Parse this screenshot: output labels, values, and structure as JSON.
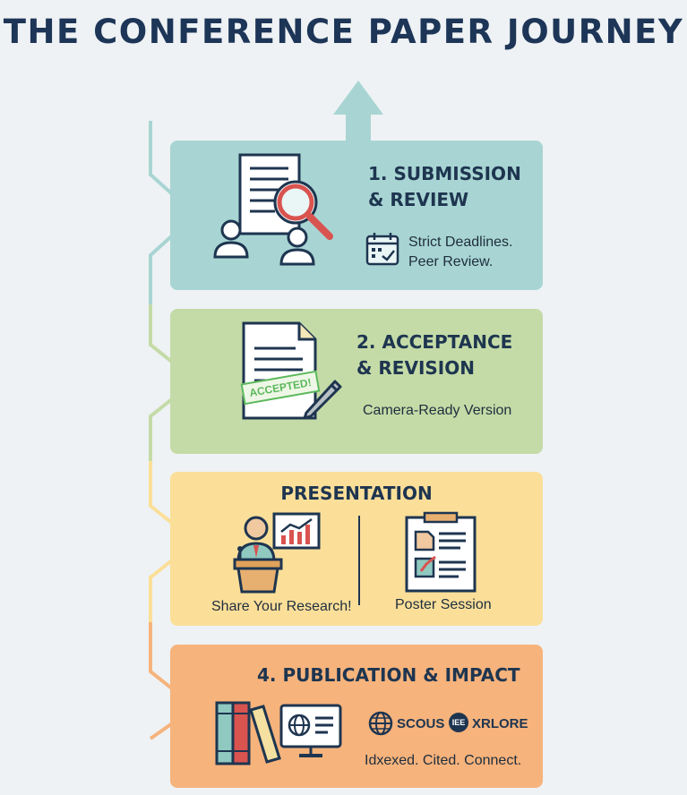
{
  "title": "THE CONFERENCE PAPER JOURNEY",
  "colors": {
    "title": "#1d3557",
    "stage1": "#a8d5d3",
    "stage2": "#c4dba7",
    "stage3": "#fbdf99",
    "stage4": "#f6b37c",
    "accent_red": "#d9534f",
    "accent_green": "#5cb85c"
  },
  "stages": [
    {
      "heading_line1": "1. SUBMISSION",
      "heading_line2": "& REVIEW",
      "detail_line1": "Strict Deadlines.",
      "detail_line2": "Peer Review.",
      "icons": [
        "document-icon",
        "magnifier-icon",
        "reviewer-icon",
        "calendar-icon"
      ]
    },
    {
      "heading_line1": "2. ACCEPTANCE",
      "heading_line2": "& REVISION",
      "stamp": "ACCEPTED!",
      "detail": "Camera-Ready Version",
      "icons": [
        "document-icon",
        "pencil-icon"
      ]
    },
    {
      "heading": "PRESENTATION",
      "left_caption": "Share Your Research!",
      "right_caption": "Poster Session",
      "icons": [
        "presenter-icon",
        "chart-board-icon",
        "poster-board-icon"
      ]
    },
    {
      "heading": "4. PUBLICATION & IMPACT",
      "index1": "SCOUS",
      "index2_badge": "IEE",
      "index2": "XRLORE",
      "tagline": "Idxexed. Cited. Connect.",
      "icons": [
        "books-icon",
        "monitor-globe-icon",
        "globe-icon"
      ]
    }
  ]
}
